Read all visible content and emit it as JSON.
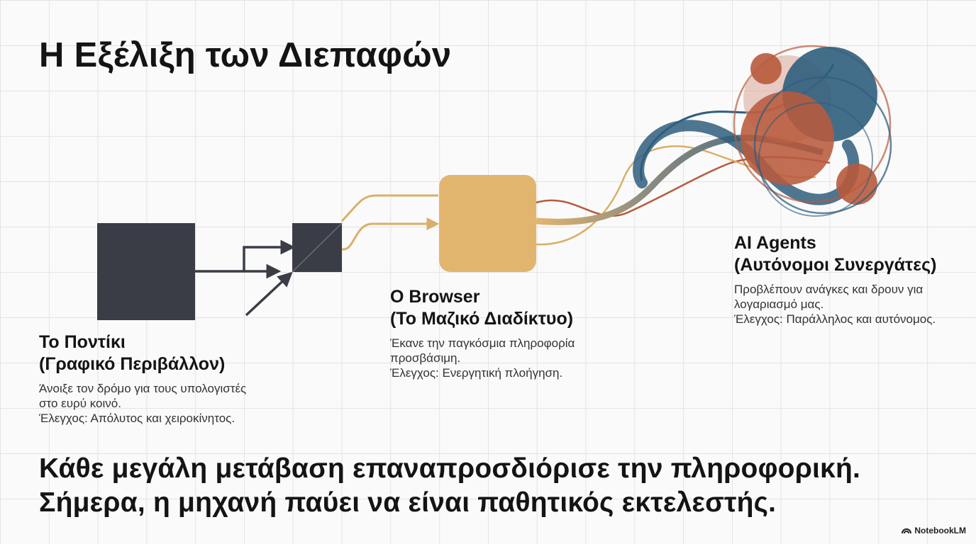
{
  "title": "Η Εξέλιξη των Διεπαφών",
  "stages": {
    "mouse": {
      "title_line1": "Το Ποντίκι",
      "title_line2": "(Γραφικό Περιβάλλον)",
      "desc_line1": "Άνοιξε τον δρόμο για τους υπολογιστές",
      "desc_line2": "στο ευρύ κοινό.",
      "control": "Έλεγχος: Απόλυτος και χειροκίνητος."
    },
    "browser": {
      "title_line1": "Ο Browser",
      "title_line2": "(Το Μαζικό Διαδίκτυο)",
      "desc_line1": "Έκανε την παγκόσμια πληροφορία",
      "desc_line2": "προσβάσιμη.",
      "control": "Έλεγχος: Ενεργητική πλοήγηση."
    },
    "agents": {
      "title_line1": "AI Agents",
      "title_line2": "(Αυτόνομοι Συνεργάτες)",
      "desc_line1": "Προβλέπουν ανάγκες και δρουν για",
      "desc_line2": "λογαριασμό μας.",
      "control": "Έλεγχος: Παράλληλος και αυτόνομος."
    }
  },
  "tagline": {
    "line1": "Κάθε μεγάλη μετάβαση επαναπροσδιόρισε την πληροφορική.",
    "line2": "Σήμερα, η μηχανή  παύει να είναι παθητικός εκτελεστής."
  },
  "watermark": "NotebookLM",
  "colors": {
    "dark": "#3a3d46",
    "gold": "#e2b56e",
    "gold_line": "#d9b06a",
    "rust": "#b85a3c",
    "teal": "#2f5e7d",
    "background": "#fafafa",
    "grid": "#e3e3e3"
  }
}
